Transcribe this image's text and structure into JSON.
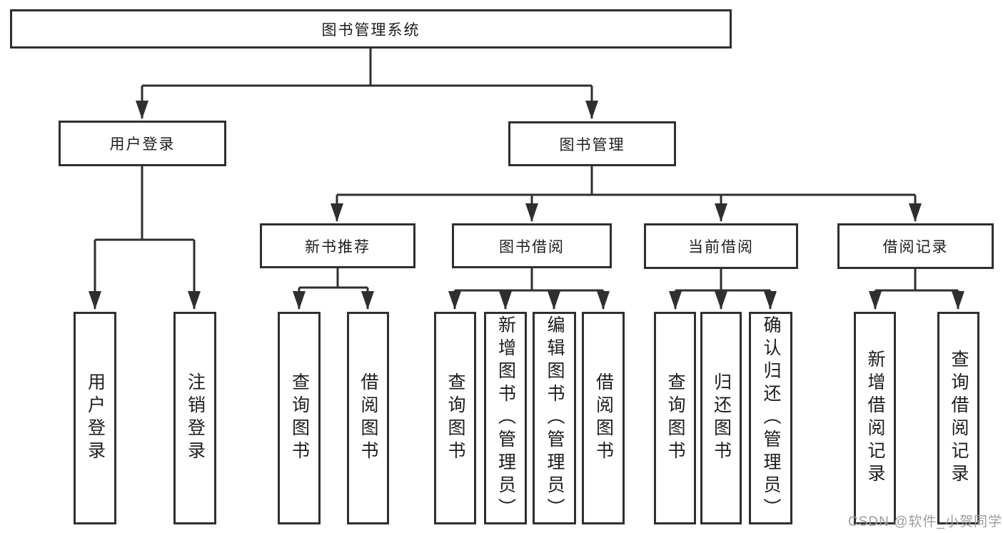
{
  "colors": {
    "line": "#2f2f2f",
    "text": "#1d1d1d",
    "watermark": "#9b9b9b",
    "canvas_bg": "#ffffff"
  },
  "watermark": {
    "text": "CSDN @软件_小贺同学"
  },
  "tree": {
    "label": "图书管理系统",
    "children": [
      {
        "label": "用户登录",
        "children": [
          {
            "label": "用户登录"
          },
          {
            "label": "注销登录"
          }
        ]
      },
      {
        "label": "图书管理",
        "children": [
          {
            "label": "新书推荐",
            "children": [
              {
                "label": "查询图书"
              },
              {
                "label": "借阅图书"
              }
            ]
          },
          {
            "label": "图书借阅",
            "children": [
              {
                "label": "查询图书"
              },
              {
                "label": "新增图书（管理员）"
              },
              {
                "label": "编辑图书（管理员）"
              },
              {
                "label": "借阅图书"
              }
            ]
          },
          {
            "label": "当前借阅",
            "children": [
              {
                "label": "查询图书"
              },
              {
                "label": "归还图书"
              },
              {
                "label": "确认归还（管理员）"
              }
            ]
          },
          {
            "label": "借阅记录",
            "children": [
              {
                "label": "新增借阅记录"
              },
              {
                "label": "查询借阅记录"
              }
            ]
          }
        ]
      }
    ]
  }
}
